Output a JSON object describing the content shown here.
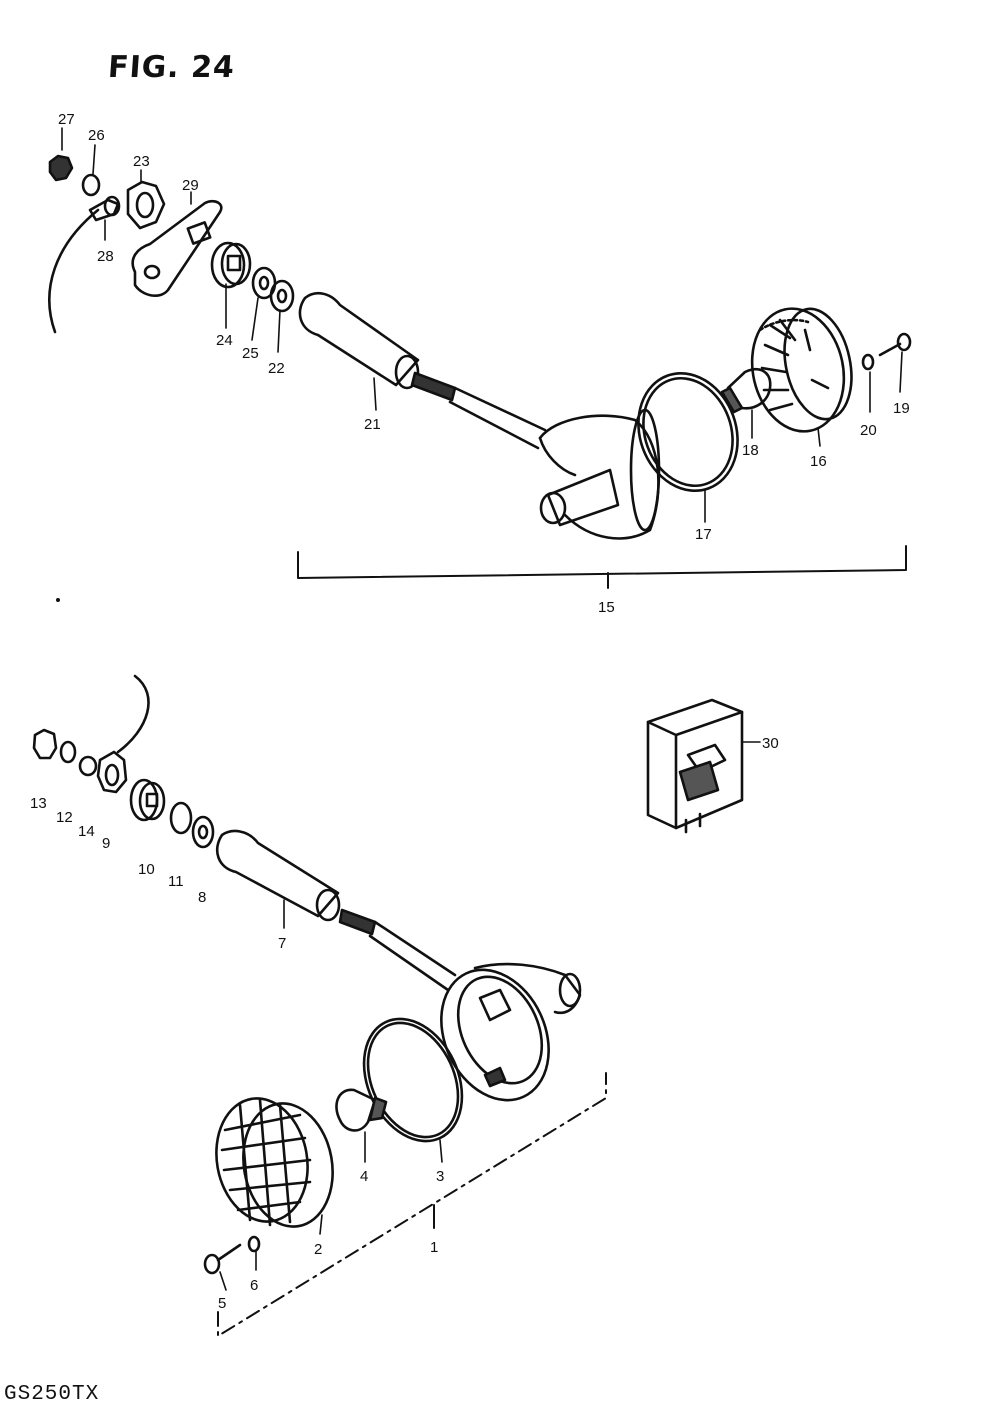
{
  "figure": {
    "title": "FIG. 24",
    "model": "GS250TX"
  },
  "callouts": {
    "upper": [
      "27",
      "26",
      "23",
      "29",
      "28",
      "24",
      "25",
      "22",
      "21",
      "18",
      "17",
      "16",
      "20",
      "19",
      "15"
    ],
    "lower": [
      "13",
      "12",
      "14",
      "9",
      "10",
      "11",
      "8",
      "7",
      "30",
      "4",
      "3",
      "2",
      "1",
      "6",
      "5"
    ]
  }
}
